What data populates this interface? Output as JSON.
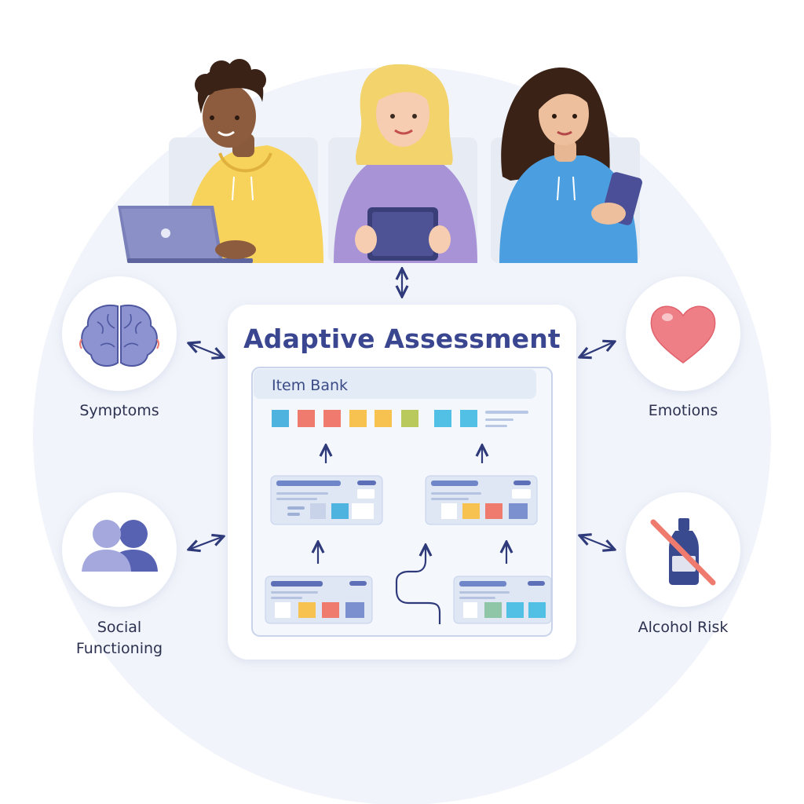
{
  "assessment": {
    "title": "Adaptive Assessment",
    "item_bank_label": "Item Bank"
  },
  "domains": [
    {
      "id": "symptoms",
      "label": "Symptoms",
      "icon": "brain-icon"
    },
    {
      "id": "social",
      "label": "Social\nFunctioning",
      "icon": "people-icon"
    },
    {
      "id": "emotions",
      "label": "Emotions",
      "icon": "heart-icon"
    },
    {
      "id": "alcohol",
      "label": "Alcohol Risk",
      "icon": "no-alcohol-bottle-icon"
    }
  ],
  "users": [
    {
      "device": "laptop",
      "shirt": "yellow hoodie"
    },
    {
      "device": "tablet",
      "shirt": "purple t-shirt"
    },
    {
      "device": "phone",
      "shirt": "blue hoodie"
    }
  ],
  "colors": {
    "accent": "#3a4790",
    "item_colors": [
      "#4fb3e0",
      "#ef7b6f",
      "#f07a6e",
      "#f7c24f",
      "#f7c24f",
      "#b9c95b",
      "#52bfe4",
      "#52bfe4"
    ],
    "heart": "#ef7f86",
    "brain": "#8c93d0",
    "people": "#5862b3",
    "bottle": "#3a4a8f",
    "ban": "#ef7b6f"
  }
}
